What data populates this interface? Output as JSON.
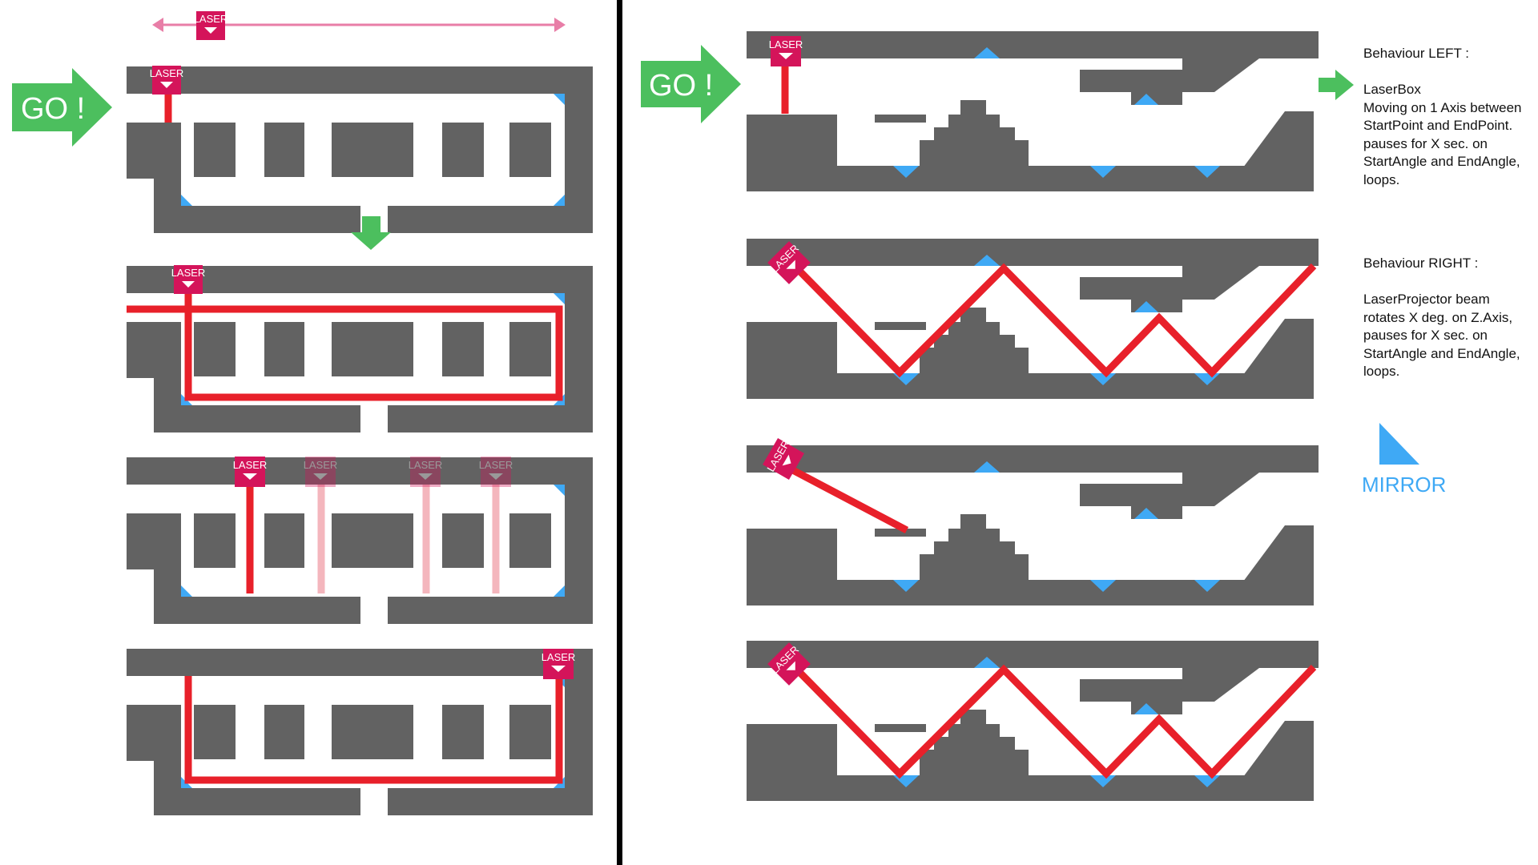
{
  "go_label": "GO !",
  "laser_label": "LASER",
  "legend": {
    "left": {
      "heading": "Behaviour LEFT :",
      "lines": [
        "LaserBox",
        "Moving on 1 Axis between",
        "StartPoint and EndPoint.",
        "pauses for X sec. on",
        "StartAngle and EndAngle,",
        "loops."
      ]
    },
    "right": {
      "heading": "Behaviour RIGHT :",
      "lines": [
        "LaserProjector beam",
        "rotates X deg. on Z.Axis,",
        "pauses for X sec. on",
        "StartAngle and EndAngle,",
        "loops."
      ]
    },
    "mirror_label": "MIRROR"
  },
  "colors": {
    "wall": "#626262",
    "laser": "#d4145a",
    "beam": "#e8202a",
    "beam_ghost": "#f4b6bd",
    "mirror": "#3fa9f5",
    "go_arrow": "#4cbf5e",
    "movement_axis": "#e87ea7",
    "divider": "#000000"
  },
  "icons": {
    "laser": "laser-emitter-icon",
    "mirror": "mirror-icon",
    "go": "go-arrow-icon",
    "next_step": "down-arrow-icon",
    "exit": "exit-arrow-icon"
  }
}
